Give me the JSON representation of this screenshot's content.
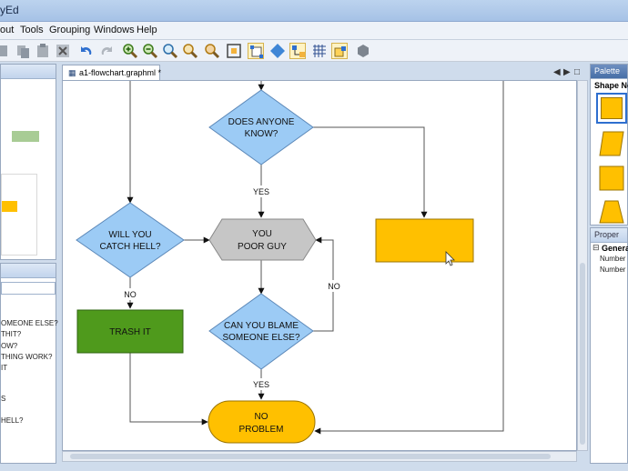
{
  "window": {
    "title_fragment": "yEd"
  },
  "menu": {
    "items": [
      "out",
      "Tools",
      "Grouping",
      "Windows",
      "Help"
    ]
  },
  "document_tab": {
    "label": "a1-flowchart.graphml *"
  },
  "palette": {
    "title": "Palette",
    "section": "Shape No"
  },
  "properties": {
    "title": "Proper",
    "group": "Genera",
    "rows": [
      "Number",
      "Number"
    ]
  },
  "left_panel": {
    "question_items": [
      "OMEONE ELSE?",
      "THIT?",
      "OW?",
      "THING WORK?",
      "IT",
      "S",
      "HELL?"
    ]
  },
  "flowchart": {
    "nodes": {
      "does_anyone_know": "DOES ANYONE|KNOW?",
      "will_you_catch_hell": "WILL YOU|CATCH HELL?",
      "you_poor_guy": "YOU|POOR GUY",
      "trash_it": "TRASH IT",
      "can_you_blame": "CAN YOU BLAME|SOMEONE ELSE?",
      "no_problem": "NO|PROBLEM"
    },
    "edge_labels": {
      "yes_1": "YES",
      "no_1": "NO",
      "no_2": "NO",
      "yes_2": "YES"
    }
  },
  "colors": {
    "diamond_fill": "#9ccbf5",
    "diamond_stroke": "#5c88b8",
    "gray_shape": "#c6c6c6",
    "green_box": "#4f9a1c",
    "yellow_box": "#ffc000",
    "accent_blue": "#2e6fcf"
  },
  "icons": [
    "undo-icon",
    "redo-icon",
    "zoom-in-icon",
    "zoom-out-icon",
    "zoom-icon",
    "zoom-area-icon",
    "fit-icon",
    "select-icon",
    "diamond-icon",
    "layout-icon",
    "grid-icon",
    "snap-icon",
    "settings-icon"
  ]
}
